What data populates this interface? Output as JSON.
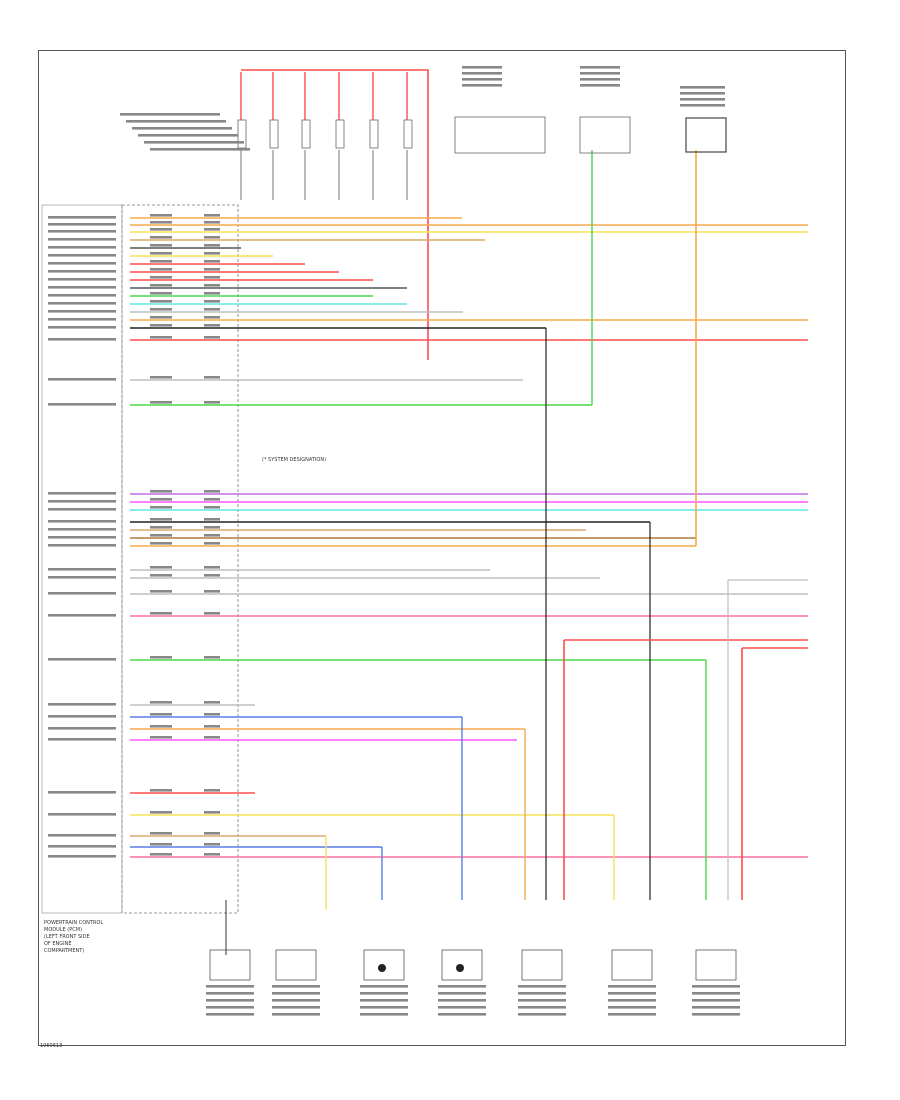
{
  "diagram": {
    "module_label": [
      "POWERTRAIN CONTROL",
      "MODULE (PCM)",
      "(LEFT FRONT SIDE",
      "OF ENGINE",
      "COMPARTMENT)"
    ],
    "center_note": "(* SYSTEM DESIGNATION)",
    "figure_code": "1060613"
  },
  "colors": {
    "red": "#ff4d4d",
    "pink": "#ff6fa5",
    "yellow": "#f5e25a",
    "orange": "#f7a94a",
    "green": "#4cd64c",
    "lightgreen": "#7fe07f",
    "blue": "#5a7de8",
    "violet": "#c46be8",
    "magenta": "#ff55ff",
    "cyan": "#5fe6e6",
    "tan": "#d9a86b",
    "brown": "#b07a3a",
    "gray": "#8a8a8a",
    "darkgray": "#555555",
    "black": "#222222",
    "lightgray": "#bfbfbf"
  }
}
